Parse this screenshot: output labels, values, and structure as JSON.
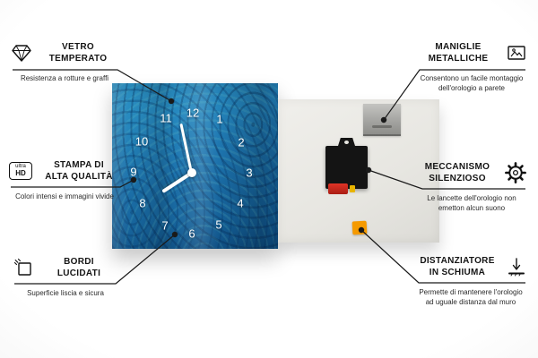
{
  "callouts": [
    {
      "id": "vetro-temperato",
      "title1": "VETRO",
      "title2": "TEMPERATO",
      "description": "Resistenza a rotture e graffi"
    },
    {
      "id": "stampa-alta-qualita",
      "title1": "STAMPA DI",
      "title2": "ALTA QUALITÀ",
      "description": "Colori intensi e immagini vivide"
    },
    {
      "id": "bordi-lucidati",
      "title1": "BORDI",
      "title2": "LUCIDATI",
      "description": "Superficie liscia e sicura"
    },
    {
      "id": "maniglie-metalliche",
      "title1": "MANIGLIE",
      "title2": "METALLICHE",
      "description": "Consentono un facile montaggio dell'orologio a parete"
    },
    {
      "id": "meccanismo-silenzioso",
      "title1": "MECCANISMO",
      "title2": "SILENZIOSO",
      "description": "Le lancette dell'orologio non emetton alcun suono"
    },
    {
      "id": "distanziatore-schiuma",
      "title1": "DISTANZIATORE",
      "title2": "IN SCHIUMA",
      "description": "Permette di mantenere l'orologio ad uguale distanza dal muro"
    }
  ],
  "ultra_hd_icon": {
    "top": "ultra",
    "bottom": "HD"
  },
  "clock": {
    "numerals": [
      "1",
      "2",
      "3",
      "4",
      "5",
      "6",
      "7",
      "8",
      "9",
      "10",
      "11",
      "12"
    ]
  },
  "colors": {
    "clock_face_blue": "#1d74ae",
    "foam_orange": "#f59a00",
    "line_black": "#1a1a1a",
    "back_panel": "#e7e6e1"
  }
}
